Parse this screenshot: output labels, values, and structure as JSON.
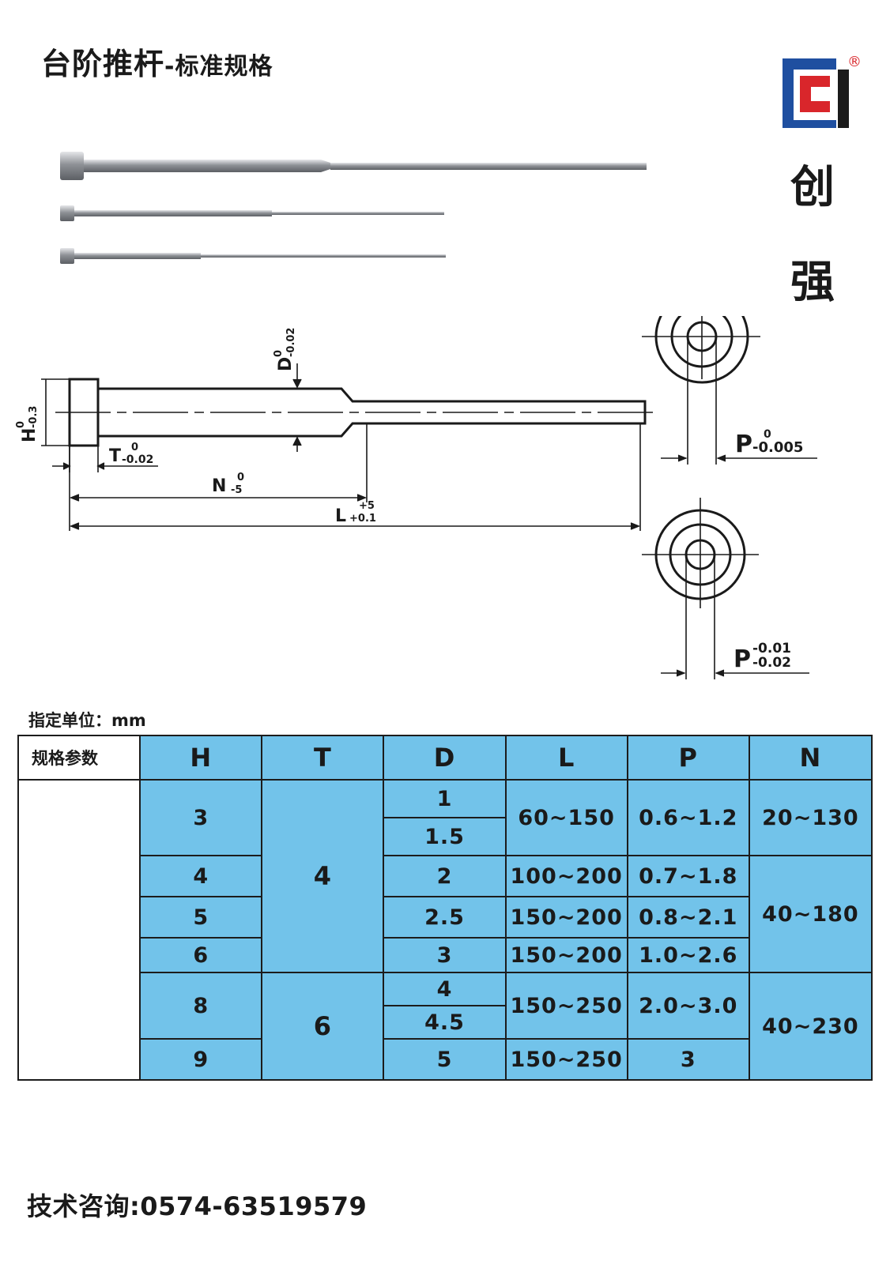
{
  "header": {
    "title_main": "台阶推杆",
    "title_sub": "-标准规格",
    "brand_chars": [
      "创",
      "强"
    ],
    "registered_mark": "®",
    "logo_colors": {
      "blue": "#1f4fa0",
      "red": "#d9262b",
      "dark": "#1b1b1b"
    }
  },
  "drawing": {
    "labels": {
      "D": "D",
      "D_tol": "-0.02",
      "D_zero": "0",
      "H": "H",
      "H_tol": "-0.3",
      "H_zero": "0",
      "T": "T",
      "T_tol": "-0.02",
      "T_zero": "0",
      "N": "N",
      "N_tol": "-5",
      "N_zero": "0",
      "L": "L",
      "L_tol_up": "+5",
      "L_tol_low": "+0.1",
      "P1": "P",
      "P1_zero": "0",
      "P1_tol": "-0.005",
      "P2": "P",
      "P2_tol_up": "-0.01",
      "P2_tol_low": "-0.02"
    }
  },
  "unit_note": "指定单位：mm",
  "table": {
    "row_label": "规格参数",
    "headers": [
      "H",
      "T",
      "D",
      "L",
      "P",
      "N"
    ],
    "values": {
      "H": [
        "3",
        "4",
        "5",
        "6",
        "8",
        "9"
      ],
      "T": [
        "4",
        "6"
      ],
      "D": [
        "1",
        "1.5",
        "2",
        "2.5",
        "3",
        "4",
        "4.5",
        "5"
      ],
      "L": [
        "60~150",
        "100~200",
        "150~200",
        "150~200",
        "150~250",
        "150~250"
      ],
      "P": [
        "0.6~1.2",
        "0.7~1.8",
        "0.8~2.1",
        "1.0~2.6",
        "2.0~3.0",
        "3"
      ],
      "N": [
        "20~130",
        "40~180",
        "40~230"
      ]
    }
  },
  "contact": "技术咨询:0574-63519579",
  "colors": {
    "table_fill": "#72c3ea",
    "line": "#1c1c1c"
  }
}
